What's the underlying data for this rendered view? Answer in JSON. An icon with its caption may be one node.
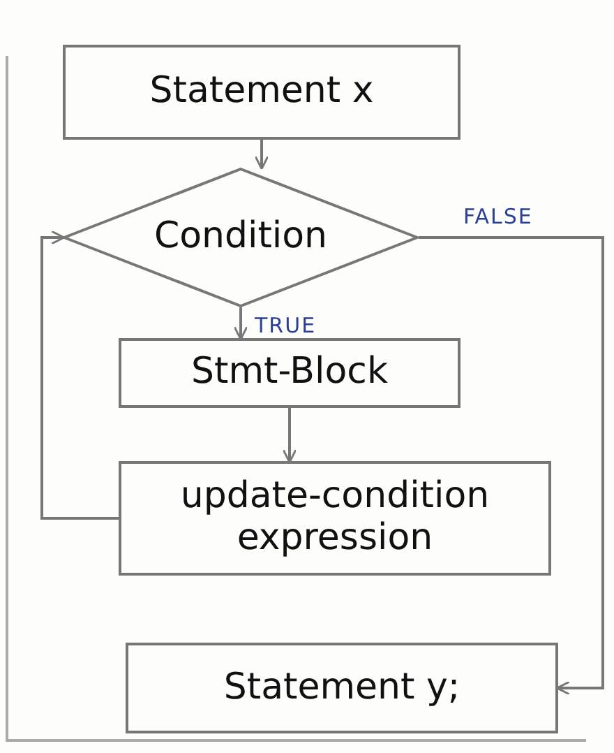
{
  "diagram": {
    "nodes": [
      {
        "text": [
          "Statement x"
        ]
      },
      {
        "text": [
          "Condition"
        ]
      },
      {
        "text": [
          "Stmt-Block"
        ]
      },
      {
        "text": [
          "update-condition expression"
        ]
      },
      {
        "text": [
          "Statement y;"
        ]
      }
    ],
    "edges": [
      {
        "from": 0,
        "to": 1,
        "arrow": "to"
      },
      {
        "from": 1,
        "to": 2,
        "arrow": "to",
        "label": "TRUE"
      },
      {
        "from": 2,
        "to": 3,
        "arrow": "to"
      },
      {
        "from": 3,
        "to": 1,
        "arrow": "to"
      },
      {
        "from": 1,
        "to": 4,
        "arrow": "to",
        "label": "FALSE"
      }
    ]
  }
}
